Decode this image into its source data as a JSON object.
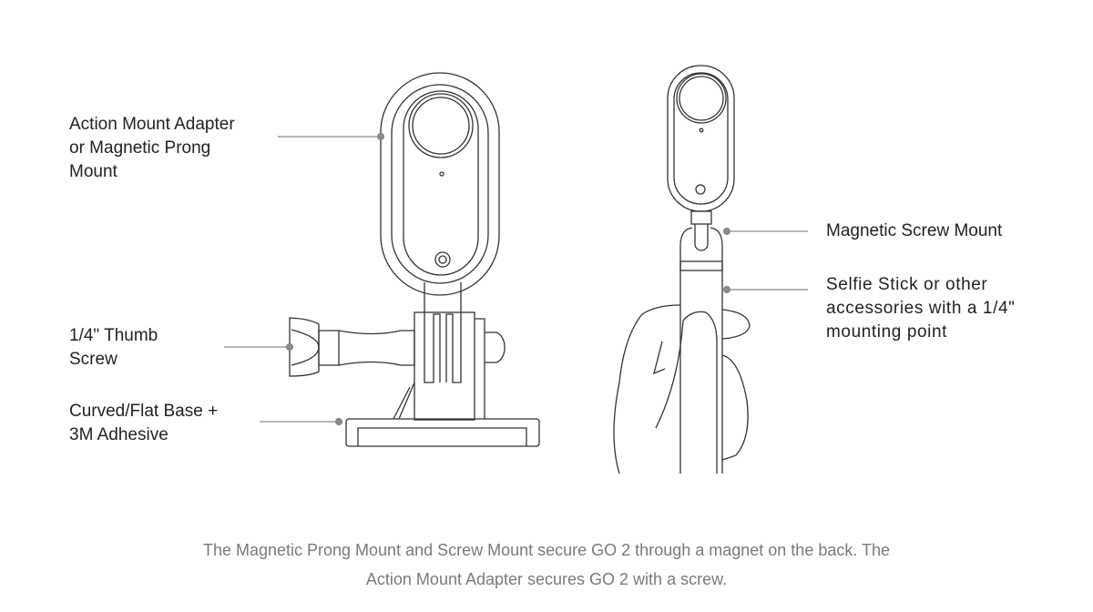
{
  "labels": {
    "action_mount": "Action Mount Adapter\nor Magnetic Prong\nMount",
    "thumb_screw": "1/4\" Thumb\nScrew",
    "base": "Curved/Flat Base +\n3M Adhesive",
    "magnetic_screw_mount": "Magnetic Screw Mount",
    "selfie_stick": "Selfie Stick or other\naccessories with a 1/4\"\nmounting point"
  },
  "caption": {
    "line1": "The Magnetic Prong Mount and Screw Mount secure GO 2 through a magnet on the back. The",
    "line2": "Action Mount Adapter secures GO 2 with a screw."
  },
  "colors": {
    "stroke": "#333333",
    "leader": "#8a8a8a",
    "caption": "#7a7a7a"
  }
}
